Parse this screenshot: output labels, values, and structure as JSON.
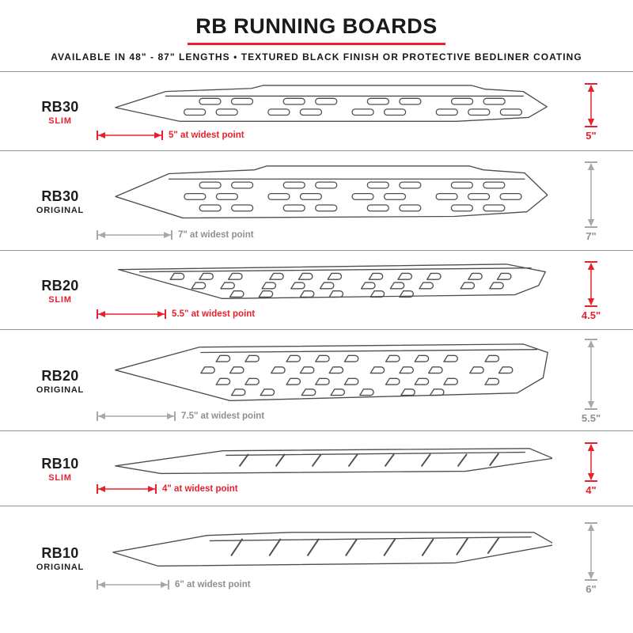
{
  "header": {
    "title": "RB RUNNING BOARDS",
    "subtitle": "AVAILABLE IN 48\" - 87\" LENGTHS   •   TEXTURED BLACK FINISH OR PROTECTIVE BEDLINER COATING"
  },
  "colors": {
    "accent": "#e8222d",
    "muted_arrow": "#a8a8a8",
    "muted_text": "#8f8f8f",
    "line_art": "#4e4e4e"
  },
  "rows": [
    {
      "model": "RB30",
      "variant": "SLIM",
      "width_note": "5\" at widest point",
      "height": "5\""
    },
    {
      "model": "RB30",
      "variant": "ORIGINAL",
      "width_note": "7\" at widest point",
      "height": "7\""
    },
    {
      "model": "RB20",
      "variant": "SLIM",
      "width_note": "5.5\" at widest point",
      "height": "4.5\""
    },
    {
      "model": "RB20",
      "variant": "ORIGINAL",
      "width_note": "7.5\" at widest point",
      "height": "5.5\""
    },
    {
      "model": "RB10",
      "variant": "SLIM",
      "width_note": "4\" at widest point",
      "height": "4\""
    },
    {
      "model": "RB10",
      "variant": "ORIGINAL",
      "width_note": "6\" at widest point",
      "height": "6\""
    }
  ]
}
